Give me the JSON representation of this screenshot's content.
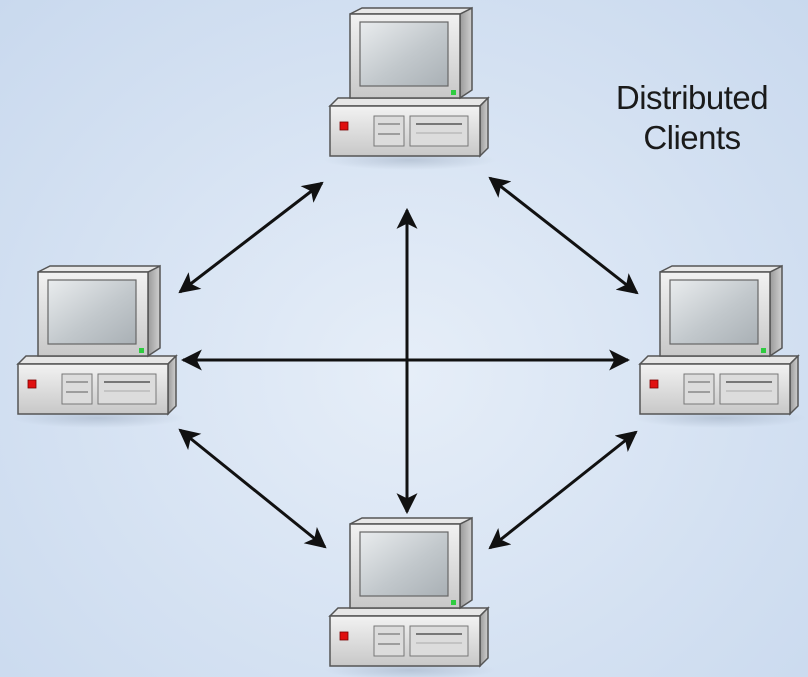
{
  "label": {
    "line1": "Distributed",
    "line2": "Clients"
  },
  "colors": {
    "background": "#d4e1f2",
    "arrow": "#111111",
    "computer_body": "#d9d9d9",
    "screen": "#bfc7cc",
    "power_light": "#e01010",
    "status_light": "#2ecc40"
  },
  "nodes": [
    {
      "id": "top",
      "icon": "computer-icon"
    },
    {
      "id": "left",
      "icon": "computer-icon"
    },
    {
      "id": "right",
      "icon": "computer-icon"
    },
    {
      "id": "bottom",
      "icon": "computer-icon"
    }
  ],
  "edges": [
    {
      "from": "top",
      "to": "left",
      "bidirectional": true
    },
    {
      "from": "top",
      "to": "right",
      "bidirectional": true
    },
    {
      "from": "left",
      "to": "bottom",
      "bidirectional": true
    },
    {
      "from": "right",
      "to": "bottom",
      "bidirectional": true
    },
    {
      "from": "left",
      "to": "right",
      "bidirectional": true
    },
    {
      "from": "top",
      "to": "bottom",
      "bidirectional": true
    }
  ]
}
